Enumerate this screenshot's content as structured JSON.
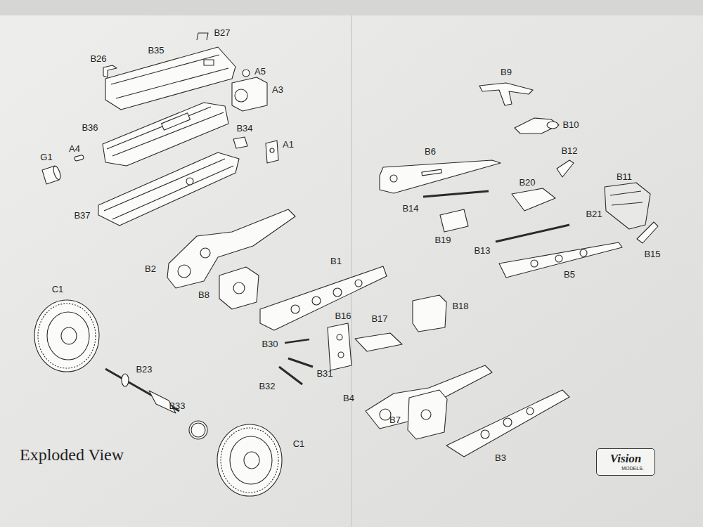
{
  "diagram": {
    "title": "Exploded View",
    "nodes": [
      {
        "text": [
          "Vision",
          "MODELS."
        ]
      }
    ],
    "labels": [
      "B27",
      "B26",
      "B35",
      "A5",
      "A3",
      "B36",
      "B34",
      "A1",
      "A4",
      "G1",
      "B37",
      "B2",
      "B8",
      "B1",
      "C1",
      "B30",
      "B16",
      "B17",
      "B18",
      "B31",
      "B32",
      "B23",
      "B33",
      "B4",
      "B7",
      "B3",
      "C1",
      "B9",
      "B10",
      "B12",
      "B6",
      "B11",
      "B20",
      "B14",
      "B21",
      "B19",
      "B13",
      "B15",
      "B5"
    ]
  }
}
